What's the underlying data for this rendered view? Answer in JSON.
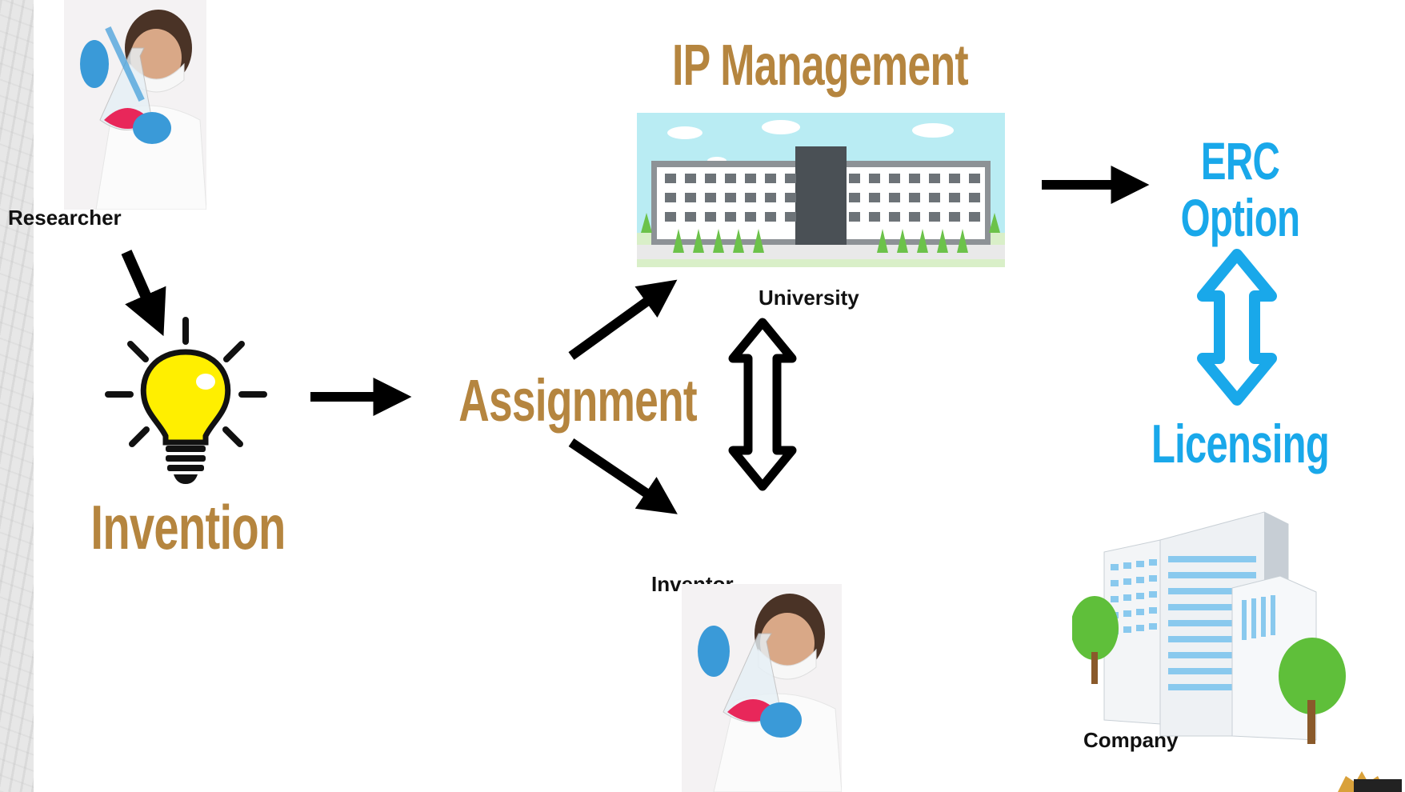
{
  "labels": {
    "researcher": "Researcher",
    "invention": "Invention",
    "assignment": "Assignment",
    "ip_management": "IP Management",
    "university": "University",
    "inventor": "Inventor",
    "erc": "ERC",
    "option": "Option",
    "licensing": "Licensing",
    "company": "Company"
  },
  "colors": {
    "gold": "#b5853f",
    "blue": "#19a8ea",
    "arrow": "#000000"
  },
  "icons": [
    "researcher-photo",
    "lightbulb-icon",
    "university-building-icon",
    "company-building-icon",
    "inventor-photo",
    "gist-logo"
  ]
}
